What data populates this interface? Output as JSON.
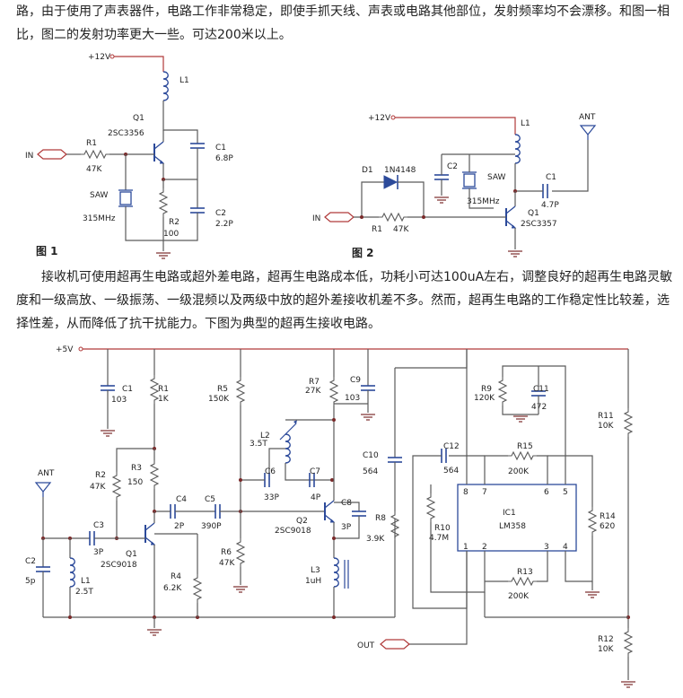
{
  "paragraph1": "路，由于使用了声表器件，电路工作非常稳定，即使手抓天线、声表或电路其他部位，发射频率均不会漂移。和图一相比，图二的发射功率更大一些。可达200米以上。",
  "paragraph2": "接收机可使用超再生电路或超外差电路，超再生电路成本低，功耗小可达100uA左右，调整良好的超再生电路灵敏度和一级高放、一级振荡、一级混频以及两级中放的超外差接收机差不多。然而，超再生电路的工作稳定性比较差，选择性差，从而降低了抗干扰能力。下图为典型的超再生接收电路。",
  "fig1": {
    "caption": "图 1",
    "vcc": "+12V",
    "in": "IN",
    "L1": "L1",
    "Q1": "Q1",
    "Q1_part": "2SC3356",
    "R1": "R1",
    "R1_val": "47K",
    "C1": "C1",
    "C1_val": "6.8P",
    "C2": "C2",
    "C2_val": "2.2P",
    "R2": "R2",
    "R2_val": "100",
    "saw": "SAW",
    "saw_freq": "315MHz"
  },
  "fig2": {
    "caption": "图 2",
    "vcc": "+12V",
    "in": "IN",
    "D1": "D1",
    "D1_part": "1N4148",
    "C2": "C2",
    "L1": "L1",
    "ant": "ANT",
    "saw": "SAW",
    "saw_freq": "315MHz",
    "C1": "C1",
    "C1_val": "4.7P",
    "R1": "R1",
    "R1_val": "47K",
    "Q1": "Q1",
    "Q1_part": "2SC3357"
  },
  "fig3": {
    "vcc": "+5V",
    "ant": "ANT",
    "out": "OUT",
    "ic": "IC1",
    "ic_part": "LM358",
    "C1": "C1",
    "C1_val": "103",
    "R1": "R1",
    "R1_val": "1K",
    "R2": "R2",
    "R2_val": "47K",
    "R3": "R3",
    "R3_val": "150",
    "C3": "C3",
    "C3_val": "3P",
    "Q1": "Q1",
    "Q1_part": "2SC9018",
    "C2": "C2",
    "C2_val": "5p",
    "L1": "L1",
    "L1_val": "2.5T",
    "C4": "C4",
    "C4_val": "2P",
    "C5": "C5",
    "C5_val": "390P",
    "R4": "R4",
    "R4_val": "6.2K",
    "R5": "R5",
    "R5_val": "150K",
    "R6": "R6",
    "R6_val": "47K",
    "L2": "L2",
    "L2_val": "3.5T",
    "C6": "C6",
    "C6_val": "33P",
    "C7": "C7",
    "C7_val": "4P",
    "Q2": "Q2",
    "Q2_part": "2SC9018",
    "R7": "R7",
    "R7_val": "27K",
    "C9": "C9",
    "C9_val": "103",
    "C8": "C8",
    "C8_val": "3P",
    "R8": "R8",
    "R8_val": "3.9K",
    "L3": "L3",
    "L3_val": "1uH",
    "C10": "C10",
    "C10_val": "564",
    "C12": "C12",
    "C12_val": "564",
    "R15": "R15",
    "R15_val": "200K",
    "R9": "R9",
    "R9_val": "120K",
    "C11": "C11",
    "C11_val": "472",
    "R10": "R10",
    "R10_val": "4.7M",
    "R13": "R13",
    "R13_val": "200K",
    "R14": "R14",
    "R14_val": "620",
    "R11": "R11",
    "R11_val": "10K",
    "R12": "R12",
    "R12_val": "10K",
    "pins": [
      "8",
      "7",
      "6",
      "5",
      "1",
      "2",
      "3",
      "4"
    ]
  }
}
